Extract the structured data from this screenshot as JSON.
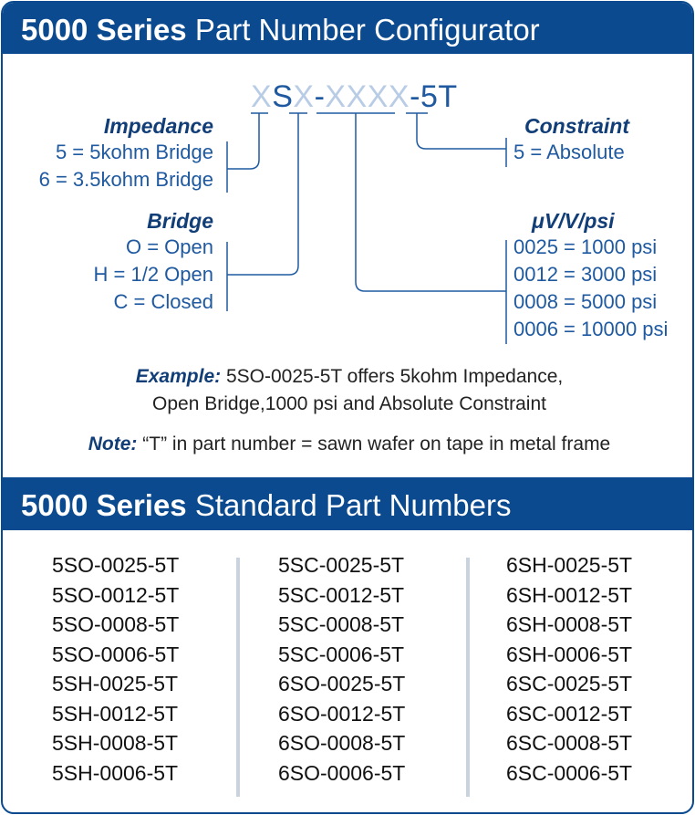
{
  "configurator": {
    "title_bold": "5000 Series",
    "title_rest": "Part Number Configurator",
    "part_number": {
      "impedance_placeholder": "X",
      "s_fixed": "S",
      "bridge_placeholder": "X",
      "dash1": "-",
      "sensitivity_placeholder": "XXXX",
      "dash2": "-",
      "constraint_fixed": "5T"
    },
    "impedance": {
      "heading": "Impedance",
      "options": [
        "5 = 5kohm Bridge",
        "6 = 3.5kohm Bridge"
      ]
    },
    "bridge": {
      "heading": "Bridge",
      "options": [
        "O = Open",
        "H = 1/2 Open",
        "C = Closed"
      ]
    },
    "constraint": {
      "heading": "Constraint",
      "options": [
        "5 = Absolute"
      ]
    },
    "sensitivity": {
      "heading": "μV/V/psi",
      "options": [
        "0025 = 1000 psi",
        "0012 = 3000 psi",
        "0008 = 5000 psi",
        "0006 = 10000 psi"
      ]
    },
    "example": {
      "label": "Example:",
      "line1": "5SO-0025-5T offers 5kohm Impedance,",
      "line2": "Open Bridge,1000 psi and Absolute Constraint"
    },
    "note": {
      "label": "Note:",
      "text": "“T” in part number = sawn wafer on tape in metal frame"
    }
  },
  "standard": {
    "title_bold": "5000 Series",
    "title_rest": "Standard Part Numbers",
    "columns": [
      [
        "5SO-0025-5T",
        "5SO-0012-5T",
        "5SO-0008-5T",
        "5SO-0006-5T",
        "5SH-0025-5T",
        "5SH-0012-5T",
        "5SH-0008-5T",
        "5SH-0006-5T"
      ],
      [
        "5SC-0025-5T",
        "5SC-0012-5T",
        "5SC-0008-5T",
        "5SC-0006-5T",
        "6SO-0025-5T",
        "6SO-0012-5T",
        "6SO-0008-5T",
        "6SO-0006-5T"
      ],
      [
        "6SH-0025-5T",
        "6SH-0012-5T",
        "6SH-0008-5T",
        "6SH-0006-5T",
        "6SC-0025-5T",
        "6SC-0012-5T",
        "6SC-0008-5T",
        "6SC-0006-5T"
      ]
    ]
  },
  "colors": {
    "header_blue": "#0b4a8f",
    "text_blue": "#1f5aa0",
    "placeholder_blue": "#b9cce6"
  }
}
